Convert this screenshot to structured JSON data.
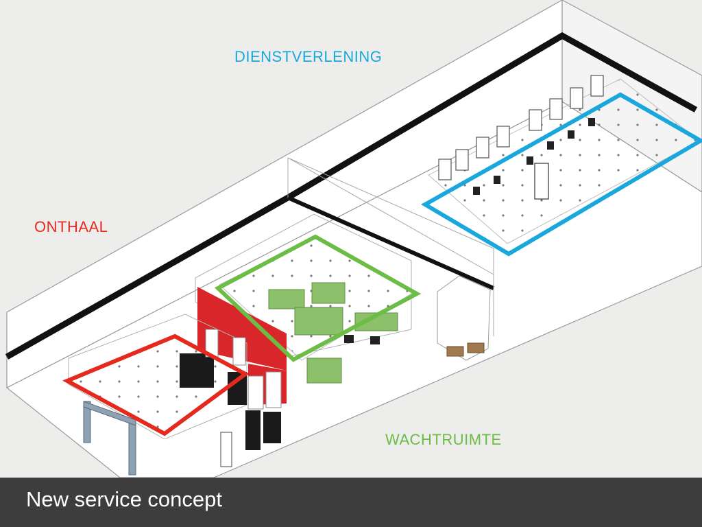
{
  "zones": {
    "dienstverlening": {
      "label": "DIENSTVERLENING",
      "color": "#1aa8dc"
    },
    "onthaal": {
      "label": "ONTHAAL",
      "color": "#e42a1e"
    },
    "wachtruimte": {
      "label": "WACHTRUIMTE",
      "color": "#6cbd45"
    }
  },
  "footer": {
    "title": "New service concept",
    "background": "#3d3d3d"
  },
  "colors": {
    "background": "#ededeb",
    "floor": "#ffffff",
    "wall_outline": "#9a9a9a",
    "black_band": "#111111",
    "red_wall": "#d8262b",
    "furniture_green": "#8cc06a"
  }
}
